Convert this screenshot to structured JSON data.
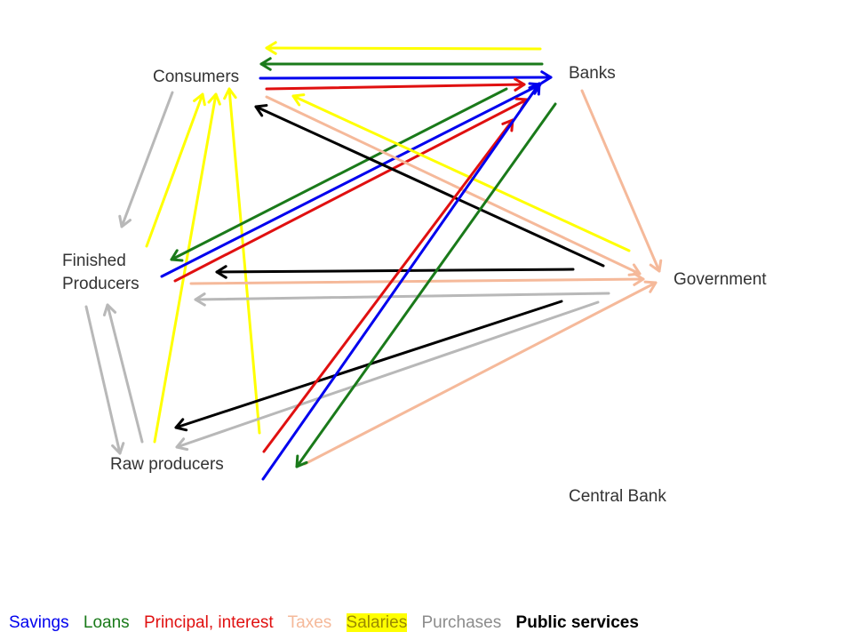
{
  "nodes": {
    "consumers": "Consumers",
    "banks": "Banks",
    "finished_line1": "Finished",
    "finished_line2": "Producers",
    "government": "Government",
    "raw": "Raw producers",
    "central_bank": "Central Bank"
  },
  "legend": [
    {
      "label": "Savings",
      "color": "#0000ee"
    },
    {
      "label": "Loans",
      "color": "#1a7a1a"
    },
    {
      "label": "Principal, interest",
      "color": "#e01010"
    },
    {
      "label": "Taxes",
      "color": "#f5b99a"
    },
    {
      "label": "Salaries",
      "color": "#9a8a00"
    },
    {
      "label": "Purchases",
      "color": "#8c8c8c"
    },
    {
      "label": "Public services",
      "color": "#000000"
    }
  ],
  "colors": {
    "savings": "#0000ee",
    "loans": "#1a7a1a",
    "principal_interest": "#e01010",
    "taxes": "#f5b99a",
    "salaries": "#ffff00",
    "purchases": "#b8b8b8",
    "public_services": "#000000"
  },
  "flows": [
    {
      "type": "salaries",
      "from": "Banks",
      "to": "Consumers"
    },
    {
      "type": "loans",
      "from": "Banks",
      "to": "Consumers"
    },
    {
      "type": "savings",
      "from": "Consumers",
      "to": "Banks"
    },
    {
      "type": "principal_interest",
      "from": "Consumers",
      "to": "Banks"
    },
    {
      "type": "purchases",
      "from": "Consumers",
      "to": "Finished Producers"
    },
    {
      "type": "salaries",
      "from": "Finished Producers",
      "to": "Consumers"
    },
    {
      "type": "salaries",
      "from": "Raw producers",
      "to": "Consumers"
    },
    {
      "type": "salaries",
      "from": "Raw producers",
      "to": "Consumers"
    },
    {
      "type": "loans",
      "from": "Banks",
      "to": "Finished Producers"
    },
    {
      "type": "savings",
      "from": "Finished Producers",
      "to": "Banks"
    },
    {
      "type": "principal_interest",
      "from": "Finished Producers",
      "to": "Banks"
    },
    {
      "type": "public_services",
      "from": "Government",
      "to": "Consumers"
    },
    {
      "type": "taxes",
      "from": "Consumers",
      "to": "Government"
    },
    {
      "type": "salaries",
      "from": "Government",
      "to": "Consumers"
    },
    {
      "type": "taxes",
      "from": "Banks",
      "to": "Government"
    },
    {
      "type": "public_services",
      "from": "Government",
      "to": "Finished Producers"
    },
    {
      "type": "taxes",
      "from": "Finished Producers",
      "to": "Government"
    },
    {
      "type": "purchases",
      "from": "Government",
      "to": "Finished Producers"
    },
    {
      "type": "purchases",
      "from": "Finished Producers",
      "to": "Raw producers"
    },
    {
      "type": "purchases",
      "from": "Raw producers",
      "to": "Finished Producers"
    },
    {
      "type": "public_services",
      "from": "Government",
      "to": "Raw producers"
    },
    {
      "type": "purchases",
      "from": "Government",
      "to": "Raw producers"
    },
    {
      "type": "taxes",
      "from": "Raw producers",
      "to": "Government"
    },
    {
      "type": "principal_interest",
      "from": "Raw producers",
      "to": "Banks"
    },
    {
      "type": "savings",
      "from": "Raw producers",
      "to": "Banks"
    },
    {
      "type": "loans",
      "from": "Banks",
      "to": "Raw producers"
    }
  ]
}
